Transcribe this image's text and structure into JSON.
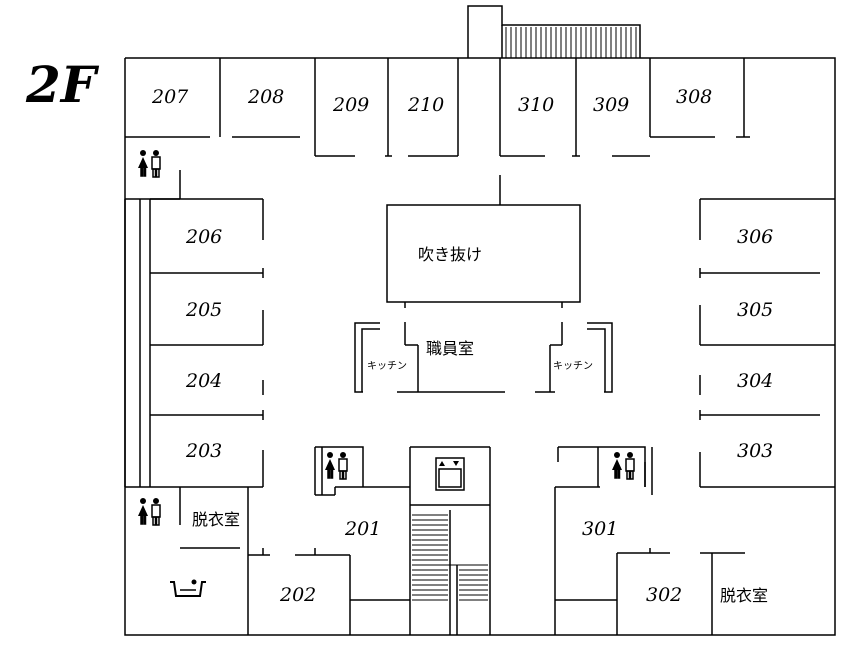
{
  "floor_label": "2F",
  "rooms": {
    "r207": "207",
    "r208": "208",
    "r209": "209",
    "r210": "210",
    "r310": "310",
    "r309": "309",
    "r308": "308",
    "r206": "206",
    "r205": "205",
    "r204": "204",
    "r203": "203",
    "r306": "306",
    "r305": "305",
    "r304": "304",
    "r303": "303",
    "r201": "201",
    "r202": "202",
    "r301": "301",
    "r302": "302"
  },
  "areas": {
    "atrium": "吹き抜け",
    "staff_room": "職員室",
    "kitchen_left": "キッチン",
    "kitchen_right": "キッチン",
    "changing_left": "脱衣室",
    "changing_right": "脱衣室"
  },
  "icons": {
    "restroom": "restroom-icon",
    "elevator": "elevator-icon",
    "bathtub": "bathtub-icon"
  }
}
